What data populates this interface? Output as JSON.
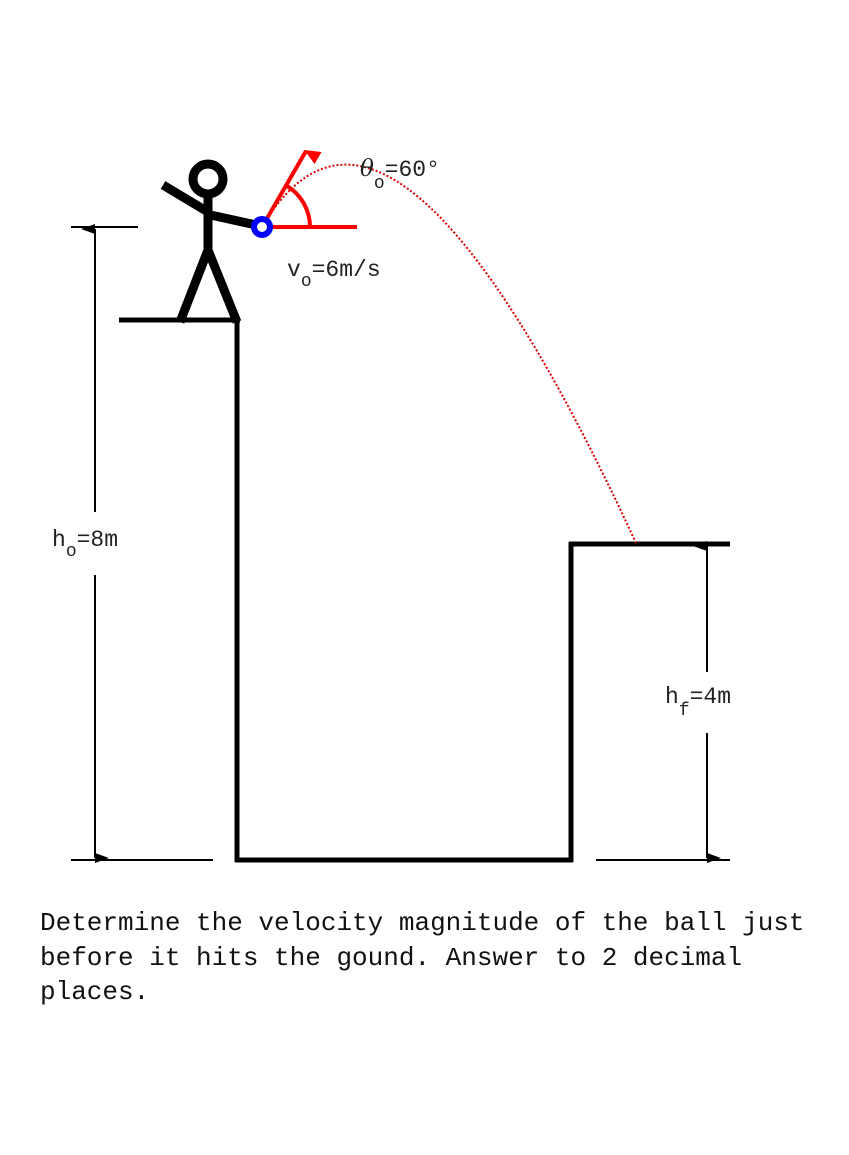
{
  "diagram": {
    "labels": {
      "theta_symbol": "θ",
      "theta_sub": "o",
      "theta_value": "=60°",
      "v_symbol": "v",
      "v_sub": "o",
      "v_value": "=6m/s",
      "ho_symbol": "h",
      "ho_sub": "o",
      "ho_value": "=8m",
      "hf_symbol": "h",
      "hf_sub": "f",
      "hf_value": "=4m"
    },
    "colors": {
      "structure": "#000000",
      "velocity_vector": "#ff0000",
      "trajectory": "#dd0000",
      "ball": "#0000ff"
    }
  },
  "question": {
    "text": "Determine the velocity magnitude of the ball just before it hits the gound. Answer to 2 decimal places."
  }
}
